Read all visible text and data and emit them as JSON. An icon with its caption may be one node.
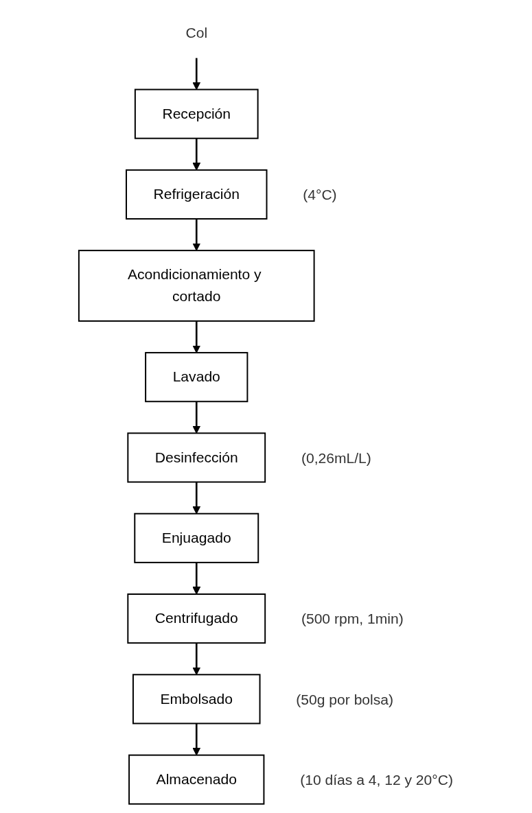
{
  "diagram": {
    "nodes": [
      {
        "text": [
          "Col"
        ]
      },
      {
        "text": [
          "Recepción"
        ]
      },
      {
        "text": [
          "Refrigeración"
        ],
        "beside": [
          "(4°C)"
        ]
      },
      {
        "text": [
          "Acondicionamiento y cortado"
        ]
      },
      {
        "text": [
          "Lavado"
        ]
      },
      {
        "text": [
          "Desinfección"
        ],
        "beside": [
          "(0,26mL/L)"
        ]
      },
      {
        "text": [
          "Enjuagado"
        ]
      },
      {
        "text": [
          "Centrifugado"
        ],
        "beside": [
          "(500 rpm, 1min)"
        ]
      },
      {
        "text": [
          "Embolsado"
        ],
        "beside": [
          "(50g por bolsa)"
        ]
      },
      {
        "text": [
          "Almacenado"
        ],
        "beside": [
          "(10 días a 4, 12 y 20°C)"
        ]
      }
    ],
    "edges": [
      {
        "from": 0,
        "to": 1,
        "arrow": "to"
      },
      {
        "from": 1,
        "to": 2,
        "arrow": "to"
      },
      {
        "from": 2,
        "to": 3,
        "arrow": "to"
      },
      {
        "from": 3,
        "to": 4,
        "arrow": "to"
      },
      {
        "from": 4,
        "to": 5,
        "arrow": "to"
      },
      {
        "from": 5,
        "to": 6,
        "arrow": "to"
      },
      {
        "from": 6,
        "to": 7,
        "arrow": "to"
      },
      {
        "from": 7,
        "to": 8,
        "arrow": "to"
      },
      {
        "from": 8,
        "to": 9,
        "arrow": "to"
      }
    ]
  }
}
